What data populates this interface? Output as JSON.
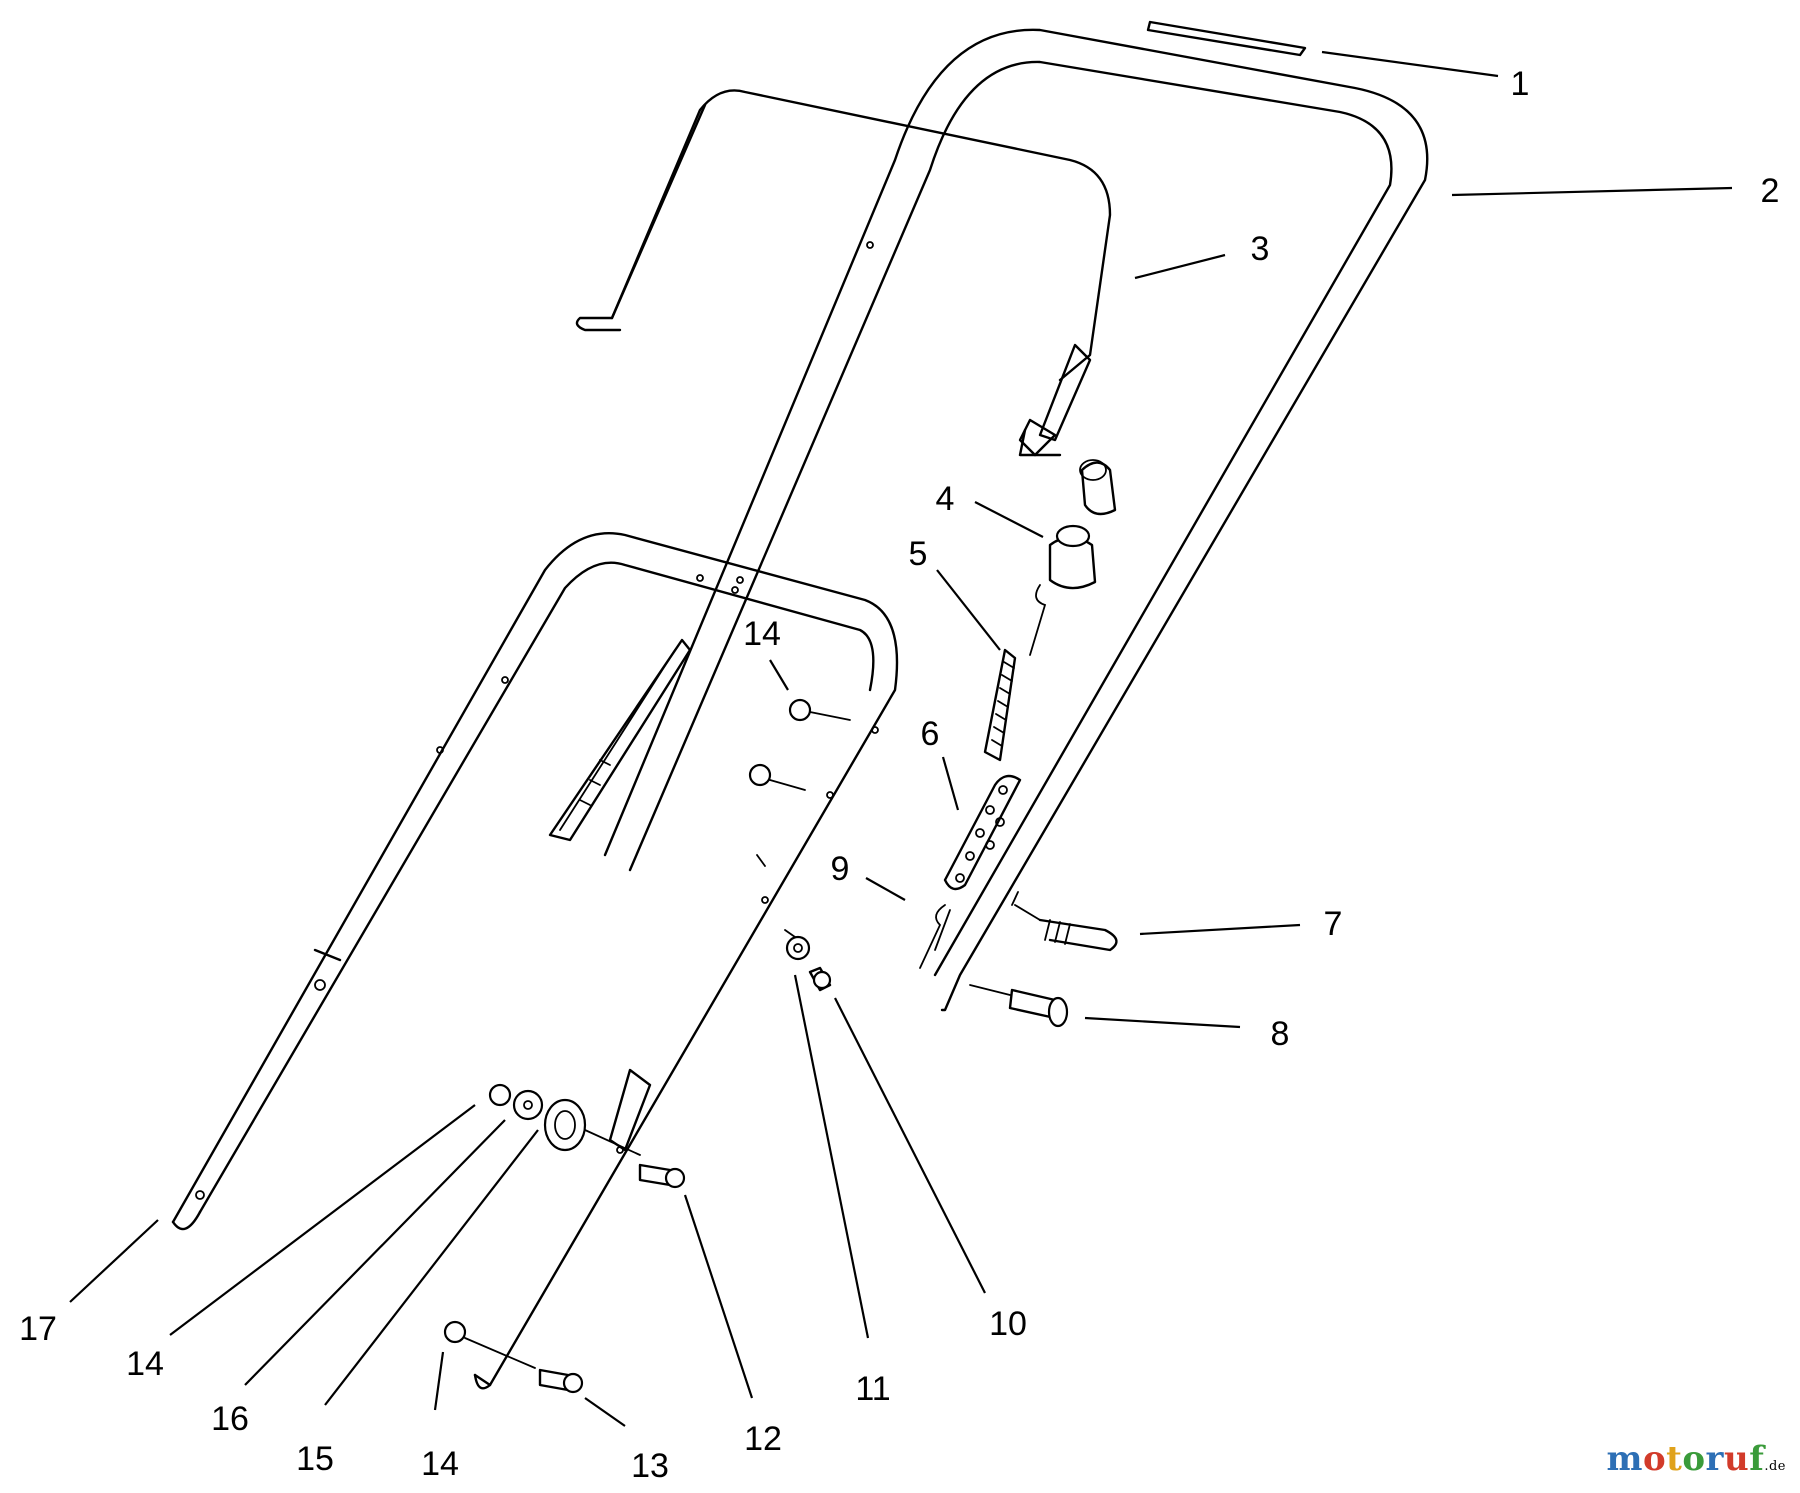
{
  "callouts": [
    {
      "id": "c1",
      "label": "1"
    },
    {
      "id": "c2",
      "label": "2"
    },
    {
      "id": "c3",
      "label": "3"
    },
    {
      "id": "c4",
      "label": "4"
    },
    {
      "id": "c5",
      "label": "5"
    },
    {
      "id": "c6",
      "label": "6"
    },
    {
      "id": "c7",
      "label": "7"
    },
    {
      "id": "c8",
      "label": "8"
    },
    {
      "id": "c9",
      "label": "9"
    },
    {
      "id": "c10",
      "label": "10"
    },
    {
      "id": "c11",
      "label": "11"
    },
    {
      "id": "c12",
      "label": "12"
    },
    {
      "id": "c13",
      "label": "13"
    },
    {
      "id": "c14a",
      "label": "14"
    },
    {
      "id": "c14b",
      "label": "14"
    },
    {
      "id": "c14c",
      "label": "14"
    },
    {
      "id": "c15",
      "label": "15"
    },
    {
      "id": "c16",
      "label": "16"
    },
    {
      "id": "c17",
      "label": "17"
    }
  ],
  "watermark": {
    "letters": [
      "m",
      "o",
      "t",
      "o",
      "r",
      "u",
      "f"
    ],
    "letter_colors": [
      "#2d6fb5",
      "#d23b2a",
      "#e0a21b",
      "#3a9b3a",
      "#2d6fb5",
      "#d23b2a",
      "#3a9b3a"
    ],
    "suffix": ".de"
  }
}
